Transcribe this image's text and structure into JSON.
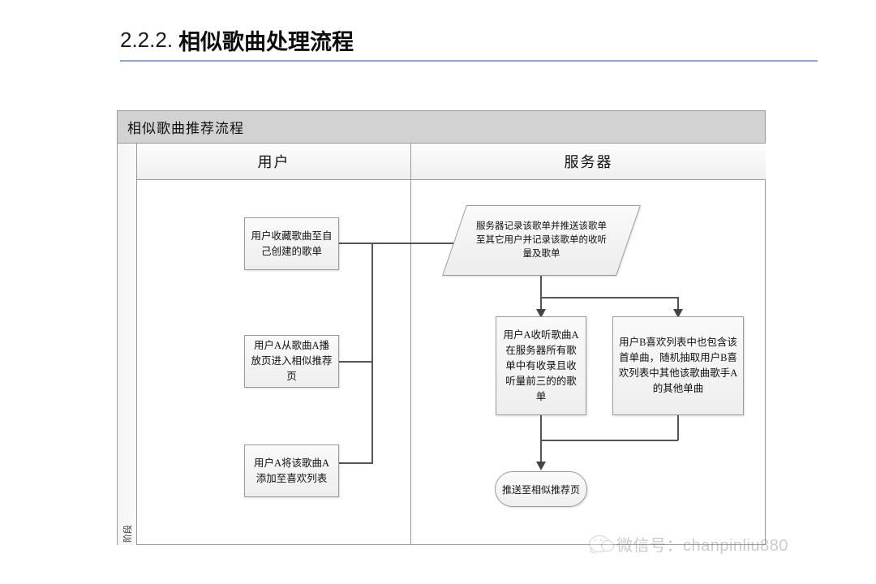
{
  "heading": {
    "number": "2.2.2.",
    "title": "相似歌曲处理流程"
  },
  "flowchart": {
    "title": "相似歌曲推荐流程",
    "phase_label": "阶段",
    "lanes": [
      {
        "id": "user",
        "label": "用户"
      },
      {
        "id": "server",
        "label": "服务器"
      }
    ],
    "nodes": {
      "collect_song": "用户收藏歌曲至自己创建的歌单",
      "enter_similar": "用户A从歌曲A播放页进入相似推荐页",
      "add_favorite": "用户A将该歌曲A添加至喜欢列表",
      "server_record": "服务器记录该歌单并推送该歌单至其它用户并记录该歌单的收听量及歌单",
      "listen_top3": "用户A收听歌曲A在服务器所有歌单中有收录且收听量前三的的歌单",
      "user_b_random": "用户B喜欢列表中也包含该首单曲，随机抽取用户B喜欢列表中其他该歌曲歌手A的其他单曲",
      "push_result": "推送至相似推荐页"
    }
  },
  "watermark": {
    "text": "微信号：chanpinliu880"
  },
  "colors": {
    "heading_rule": "#8ba6ce",
    "frame_border": "#9a9a9a",
    "title_bar": "#d2d2d2",
    "node_fill": "#f2f2f2",
    "connector": "#555555"
  }
}
